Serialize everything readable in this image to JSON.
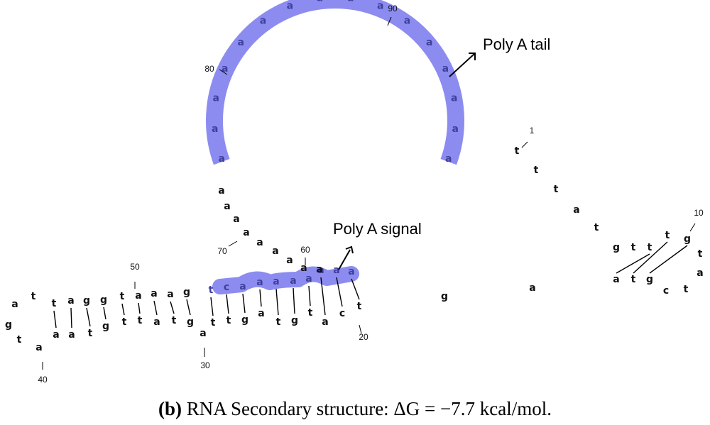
{
  "sequence": "tttatgtttgtatcgtaagtcatgtagttagtattgtaaatgattaggtaaagtcaaaaaaaaaaaaaaaaaaaaaaaaaaaaaaaaa",
  "position_labels": [
    "1",
    "10",
    "20",
    "30",
    "40",
    "50",
    "60",
    "70",
    "80",
    "90"
  ],
  "annotations": {
    "poly_a_tail": "Poly A tail",
    "poly_a_signal": "Poly A signal"
  },
  "caption": {
    "panel": "(b)",
    "text": "RNA Secondary structure: ΔG = −7.7 kcal/mol."
  },
  "colors": {
    "highlight": "#8c8cf0",
    "nucleotide": "#111111",
    "nucleotide_highlighted": "#3f3f9e"
  }
}
